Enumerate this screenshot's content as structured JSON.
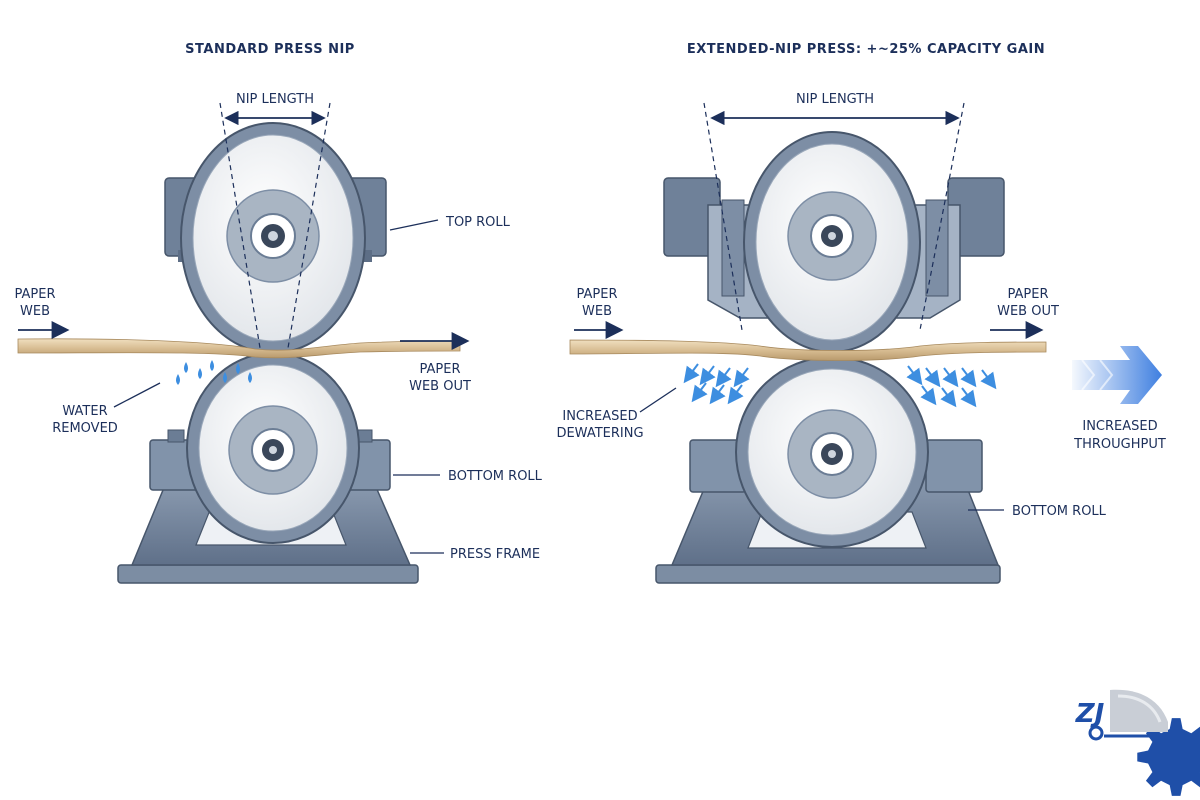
{
  "colors": {
    "navy": "#1c2f5a",
    "steel": "#6b7d95",
    "steel_light": "#a3b2c4",
    "steel_dark": "#47566b",
    "roll_face": "#eef0f3",
    "paper": "#d9bf96",
    "water": "#3d8ee0",
    "throughput_arrow": "#3f7fe0"
  },
  "standard": {
    "title": "STANDARD PRESS NIP",
    "nip_length": "NIP LENGTH",
    "top_roll": "TOP ROLL",
    "paper_web_in": [
      "PAPER",
      "WEB"
    ],
    "paper_web_out": [
      "PAPER",
      "WEB OUT"
    ],
    "water_removed": [
      "WATER",
      "REMOVED"
    ],
    "bottom_roll": "BOTTOM ROLL",
    "press_frame": "PRESS FRAME"
  },
  "extended": {
    "title": "EXTENDED-NIP PRESS: +~25% CAPACITY GAIN",
    "nip_length": "NIP LENGTH",
    "paper_web_in": [
      "PAPER",
      "WEB"
    ],
    "paper_web_out": [
      "PAPER",
      "WEB OUT"
    ],
    "increased_dewatering": [
      "INCREASED",
      "DEWATERING"
    ],
    "bottom_roll": "BOTTOM ROLL",
    "increased_throughput": [
      "INCREASED",
      "THROUGHPUT"
    ]
  },
  "logo": {
    "text": "ZJ",
    "icon": "gear-logo-icon"
  }
}
